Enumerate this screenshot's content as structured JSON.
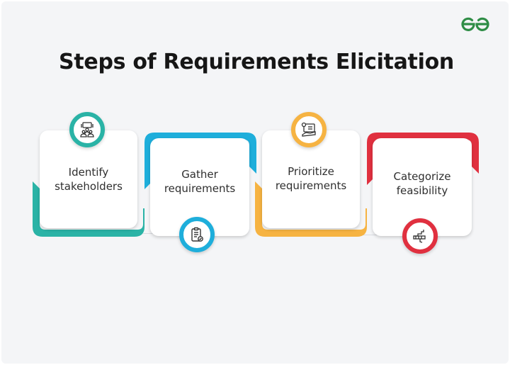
{
  "header": {
    "title": "Steps of Requirements Elicitation",
    "logo": {
      "icon": "gfg-logo-icon",
      "color": "#2f8d46"
    }
  },
  "steps": [
    {
      "label": "Identify stakeholders",
      "line1": "Identify",
      "line2": "stakeholders",
      "icon": "stakeholders-group-icon",
      "color": "#2ab3a6",
      "icon_position": "top"
    },
    {
      "label": "Gather requirements",
      "line1": "Gather",
      "line2": "requirements",
      "icon": "clipboard-checklist-icon",
      "color": "#1eaedb",
      "icon_position": "bottom"
    },
    {
      "label": "Prioritize requirements",
      "line1": "Prioritize",
      "line2": "requirements",
      "icon": "priority-board-icon",
      "color": "#f6b342",
      "icon_position": "top"
    },
    {
      "label": "Categorize feasibility",
      "line1": "Categorize",
      "line2": "feasibility",
      "icon": "feasibility-chart-icon",
      "color": "#e0303f",
      "icon_position": "bottom"
    }
  ],
  "colors": {
    "background": "#f4f5f7",
    "title": "#161616",
    "card": "#ffffff",
    "text": "#2f2f2f"
  }
}
